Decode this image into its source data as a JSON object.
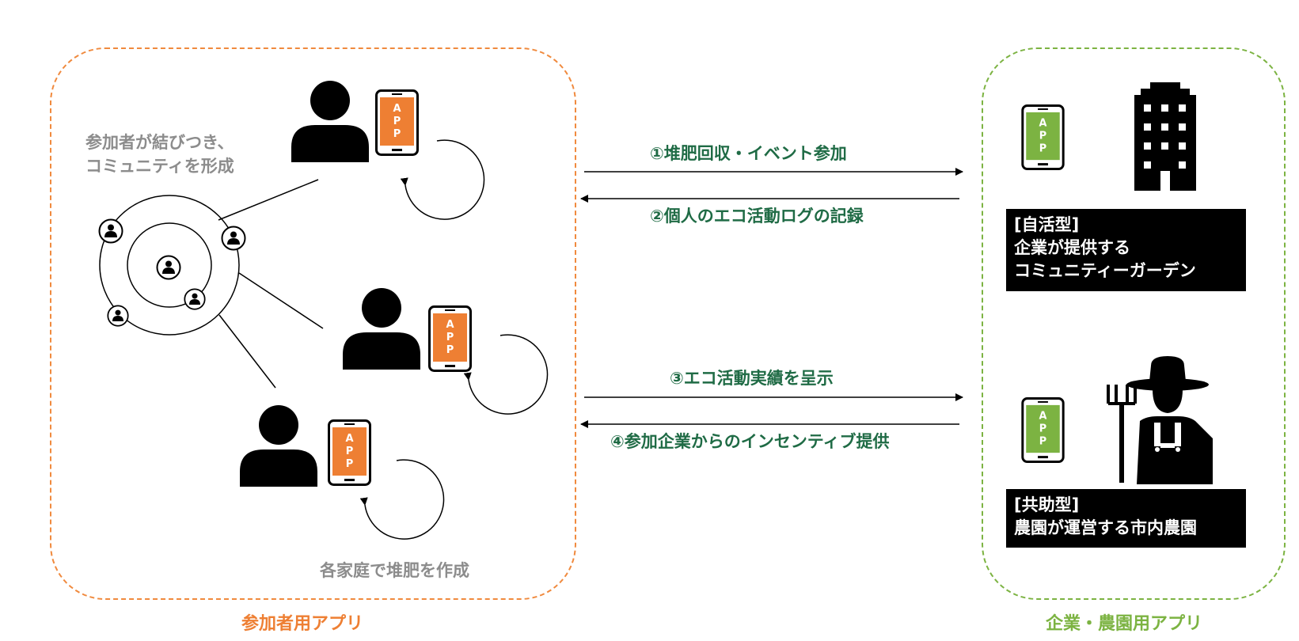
{
  "left_zone": {
    "label": "参加者用アプリ",
    "community_text": [
      "参加者が結びつき、",
      "コミュニティを形成"
    ],
    "compost_text": "各家庭で堆肥を作成"
  },
  "right_zone": {
    "label": "企業・農園用アプリ",
    "self_help_box": [
      "[自活型]",
      "企業が提供する",
      "コミュニティーガーデン"
    ],
    "mutual_help_box": [
      "[共助型]",
      "農園が運営する市内農園"
    ]
  },
  "app_icon": {
    "letters": [
      "A",
      "P",
      "P"
    ]
  },
  "flows": [
    {
      "label": "①堆肥回収・イベント参加",
      "direction": "right"
    },
    {
      "label": "②個人のエコ活動ログの記録",
      "direction": "left"
    },
    {
      "label": "③エコ活動実績を呈示",
      "direction": "right"
    },
    {
      "label": "④参加企業からのインセンティブ提供",
      "direction": "left"
    }
  ],
  "colors": {
    "left_accent": "#ee7f33",
    "right_accent": "#7cb342",
    "flow_text": "#1f6b45",
    "gray_text": "#8c8c8c"
  }
}
